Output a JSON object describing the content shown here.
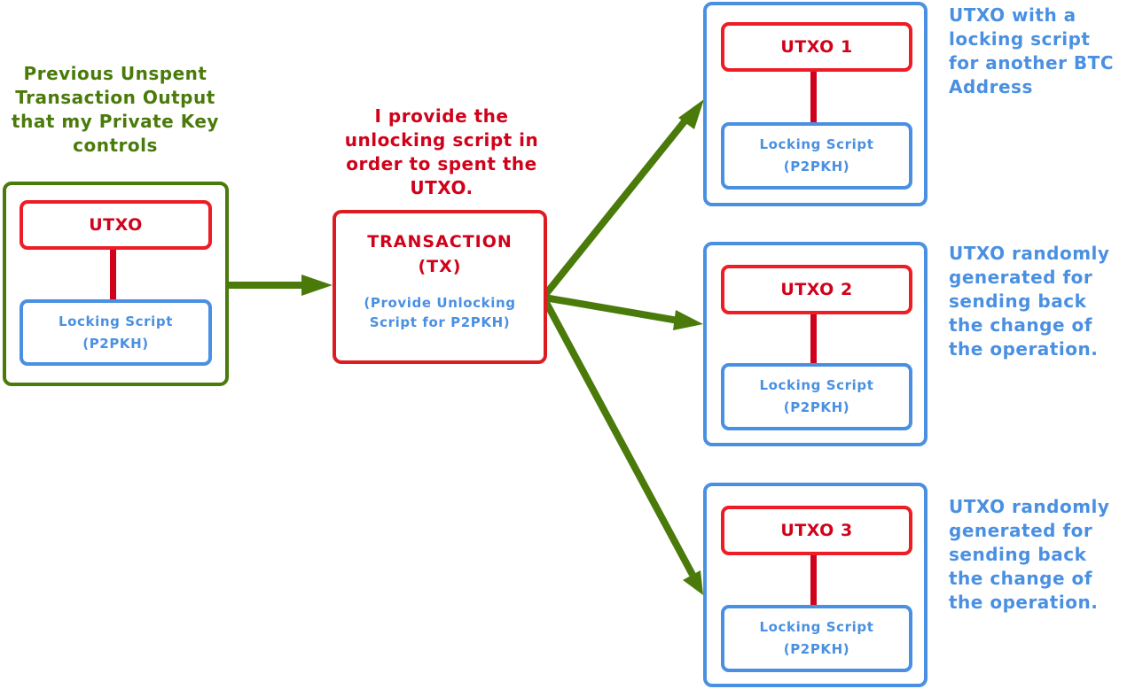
{
  "colors": {
    "green": "#4a7a0a",
    "red": "#d0021b",
    "red_border": "#ee1c25",
    "blue": "#4a90e2"
  },
  "source": {
    "caption_lines": [
      "Previous Unspent",
      "Transaction Output",
      "that my Private Key",
      "controls"
    ],
    "utxo_label": "UTXO",
    "lock_line1": "Locking Script",
    "lock_line2": "(P2PKH)"
  },
  "transaction": {
    "caption_lines": [
      "I provide the",
      "unlocking script in",
      "order to spent the",
      "UTXO."
    ],
    "title_line1": "TRANSACTION",
    "title_line2": "(TX)",
    "sub_line1": "(Provide Unlocking",
    "sub_line2": "Script for P2PKH)"
  },
  "outputs": [
    {
      "utxo_label": "UTXO 1",
      "lock_line1": "Locking Script",
      "lock_line2": "(P2PKH)",
      "note_lines": [
        "UTXO with a",
        "locking script",
        "for another BTC",
        "Address"
      ]
    },
    {
      "utxo_label": "UTXO 2",
      "lock_line1": "Locking Script",
      "lock_line2": "(P2PKH)",
      "note_lines": [
        "UTXO randomly",
        "generated for",
        "sending back",
        "the change of",
        "the operation."
      ]
    },
    {
      "utxo_label": "UTXO 3",
      "lock_line1": "Locking Script",
      "lock_line2": "(P2PKH)",
      "note_lines": [
        "UTXO randomly",
        "generated for",
        "sending back",
        "the change of",
        "the operation."
      ]
    }
  ]
}
